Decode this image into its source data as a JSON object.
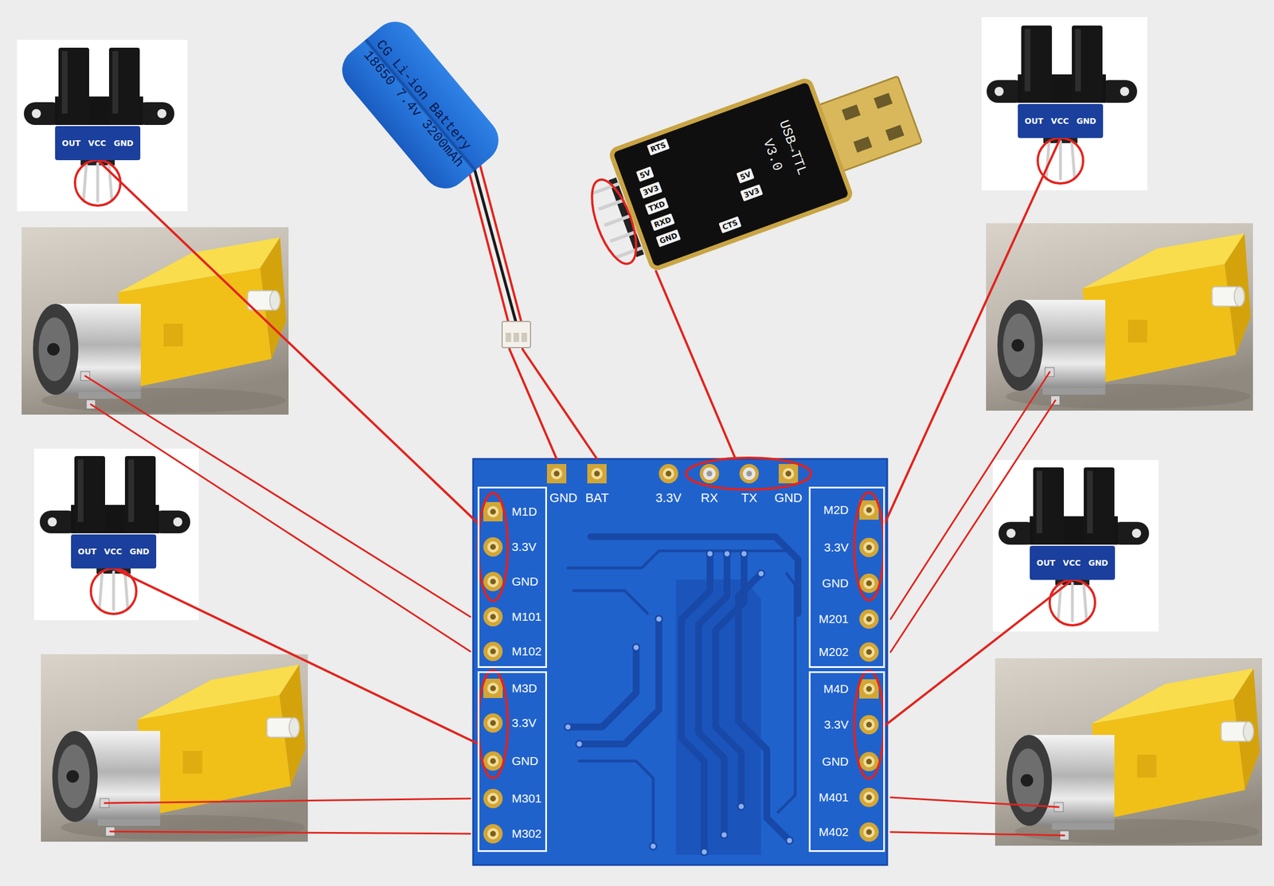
{
  "diagram": {
    "nodes": [
      {
        "text": [
          "OUT",
          "VCC",
          "GND"
        ]
      },
      {
        "text": [
          "CG Li-ion Battery 18650 7.4v 3200mAh"
        ]
      },
      {
        "text": [
          "USB→TTL",
          "V3.0",
          "RTS",
          "5V",
          "3V3",
          "TXD",
          "RXD",
          "GND",
          "CTS",
          "3V3",
          "5V"
        ]
      },
      {
        "text": [
          "OUT",
          "VCC",
          "GND"
        ]
      },
      {
        "text": [
          "OUT",
          "VCC",
          "GND"
        ]
      },
      {
        "text": [
          "OUT",
          "VCC",
          "GND"
        ]
      },
      {
        "text": [
          "GND",
          "BAT",
          "3.3V",
          "RX",
          "TX",
          "GND"
        ]
      },
      {
        "text": [
          "M1D",
          "3.3V",
          "GND",
          "M101",
          "M102"
        ],
        "in": 6
      },
      {
        "text": [
          "M2D",
          "3.3V",
          "GND",
          "M201",
          "M202"
        ],
        "in": 6
      },
      {
        "text": [
          "M3D",
          "3.3V",
          "GND",
          "M301",
          "M302"
        ],
        "in": 6
      },
      {
        "text": [
          "M4D",
          "3.3V",
          "GND",
          "M401",
          "M402"
        ],
        "in": 6
      }
    ],
    "edges": [
      {
        "from": 0,
        "to": 7,
        "arrow": "none"
      },
      {
        "from": 1,
        "to": 6,
        "arrow": "none"
      },
      {
        "from": 1,
        "to": 6,
        "arrow": "none"
      },
      {
        "from": 2,
        "to": 6,
        "arrow": "none"
      },
      {
        "from": 3,
        "to": 8,
        "arrow": "none"
      },
      {
        "from": 4,
        "to": 9,
        "arrow": "none"
      },
      {
        "from": 5,
        "to": 10,
        "arrow": "none"
      }
    ]
  }
}
